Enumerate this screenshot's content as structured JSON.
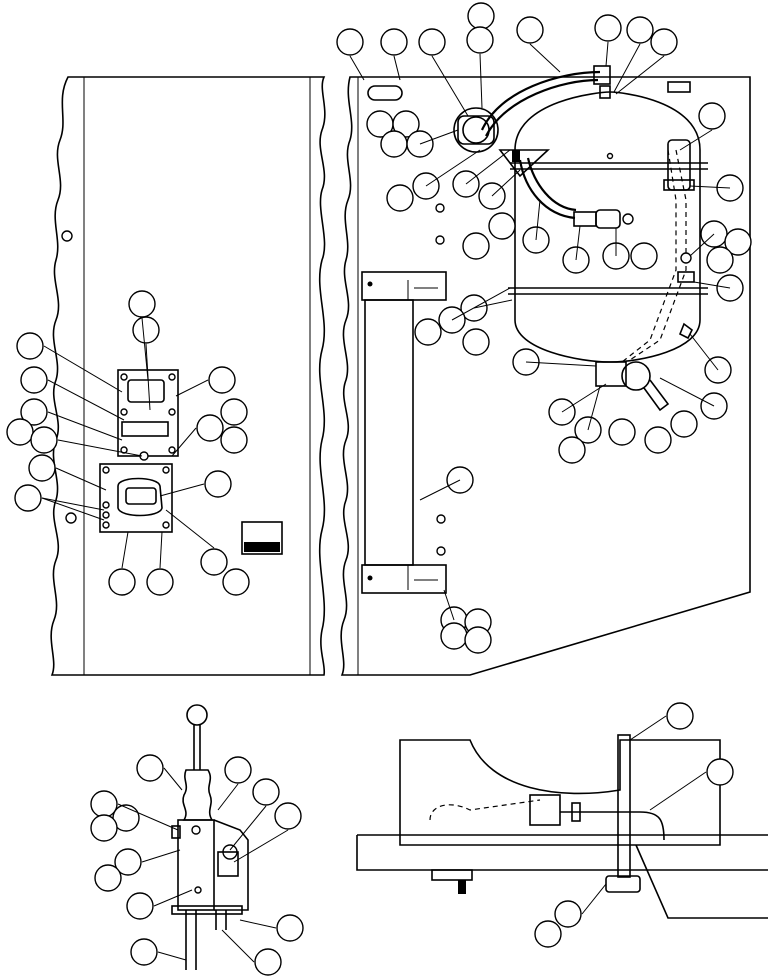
{
  "figure": {
    "callout_count": 92,
    "views": [
      "panel-left",
      "panel-right-tank",
      "lever-assembly",
      "bottom-section"
    ]
  },
  "colors": {
    "line": "#000000",
    "background": "#ffffff",
    "callout_fill": "#ffffff"
  }
}
